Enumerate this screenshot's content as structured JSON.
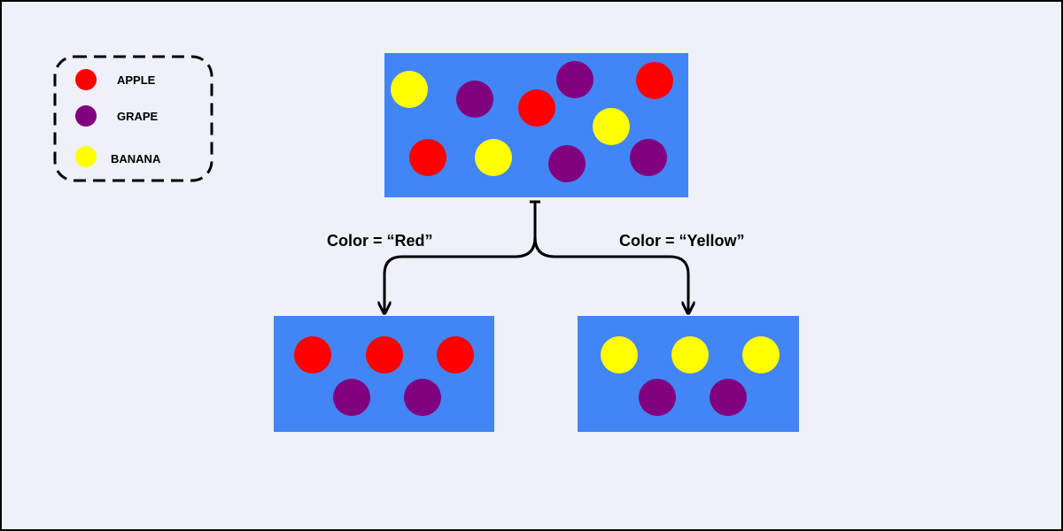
{
  "legend": {
    "items": [
      {
        "label": "APPLE",
        "color": "#ff0000"
      },
      {
        "label": "GRAPE",
        "color": "#800080"
      },
      {
        "label": "BANANA",
        "color": "#ffff00"
      }
    ]
  },
  "colors": {
    "background": "#eef0fa",
    "box_fill": "#4285f4",
    "apple": "#ff0000",
    "grape": "#800080",
    "banana": "#ffff00",
    "line": "#000000"
  },
  "root_node": {
    "fruits": [
      "banana",
      "grape",
      "apple",
      "grape",
      "apple",
      "banana",
      "apple",
      "banana",
      "grape",
      "grape"
    ]
  },
  "branches": [
    {
      "condition": "Color = “Red”",
      "fruits": [
        "apple",
        "apple",
        "apple",
        "grape",
        "grape"
      ]
    },
    {
      "condition": "Color = “Yellow”",
      "fruits": [
        "banana",
        "banana",
        "banana",
        "grape",
        "grape"
      ]
    }
  ]
}
